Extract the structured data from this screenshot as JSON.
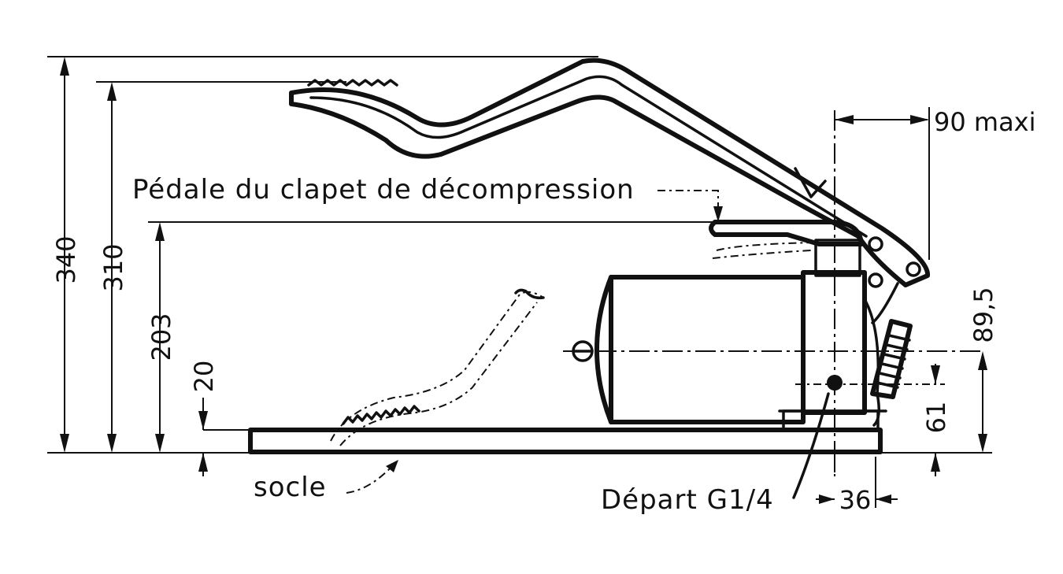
{
  "labels": {
    "pedal": "Pédale du clapet de décompression",
    "socle": "socle",
    "depart": "Départ G1/4",
    "max_reach": "90 maxi"
  },
  "dimensions": {
    "total_height": "340",
    "pedal_height": "310",
    "valve_pedal_height": "203",
    "base_height": "20",
    "axis_height": "89,5",
    "outlet_height": "61",
    "outlet_offset": "36"
  }
}
